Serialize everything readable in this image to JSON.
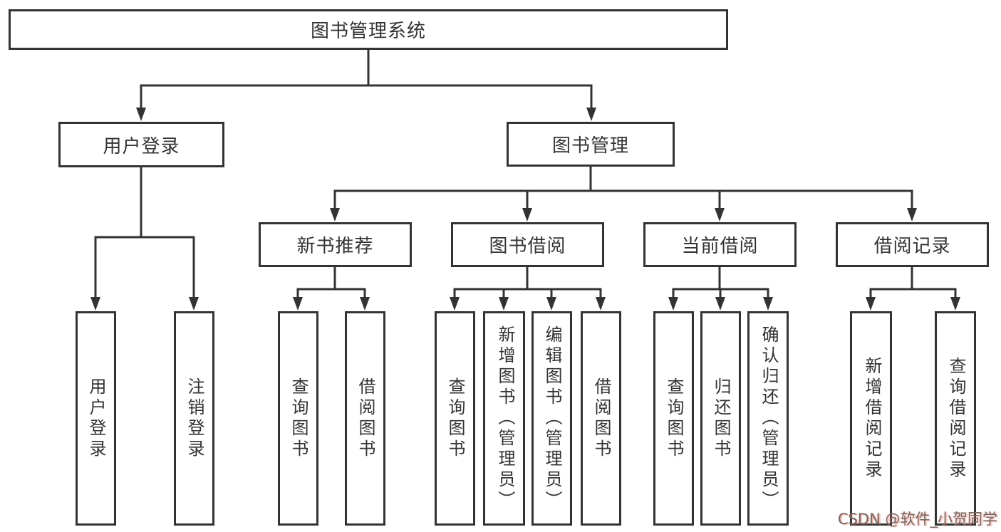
{
  "diagram": {
    "root": {
      "label": "图书管理系统"
    },
    "level2": {
      "user_login": {
        "label": "用户登录"
      },
      "book_mgmt": {
        "label": "图书管理"
      }
    },
    "level3": {
      "new_book_rec": {
        "label": "新书推荐"
      },
      "book_borrow": {
        "label": "图书借阅"
      },
      "current_borrow": {
        "label": "当前借阅"
      },
      "borrow_records": {
        "label": "借阅记录"
      }
    },
    "leaves": {
      "user_login": [
        "用户登录",
        "注销登录"
      ],
      "new_book_rec": [
        "查询图书",
        "借阅图书"
      ],
      "book_borrow": [
        "查询图书",
        "新增图书（管理员）",
        "编辑图书（管理员）",
        "借阅图书"
      ],
      "current_borrow": [
        "查询图书",
        "归还图书",
        "确认归还（管理员）"
      ],
      "borrow_records": [
        "新增借阅记录",
        "查询借阅记录"
      ]
    }
  },
  "watermark": {
    "text": "CSDN @软件_小贺同学"
  },
  "colors": {
    "line": "#333333",
    "box_border": "#333333",
    "box_fill": "#ffffff",
    "text": "#333333",
    "watermark_gray": "#6d6a6a",
    "watermark_accent": "#fc5531"
  }
}
